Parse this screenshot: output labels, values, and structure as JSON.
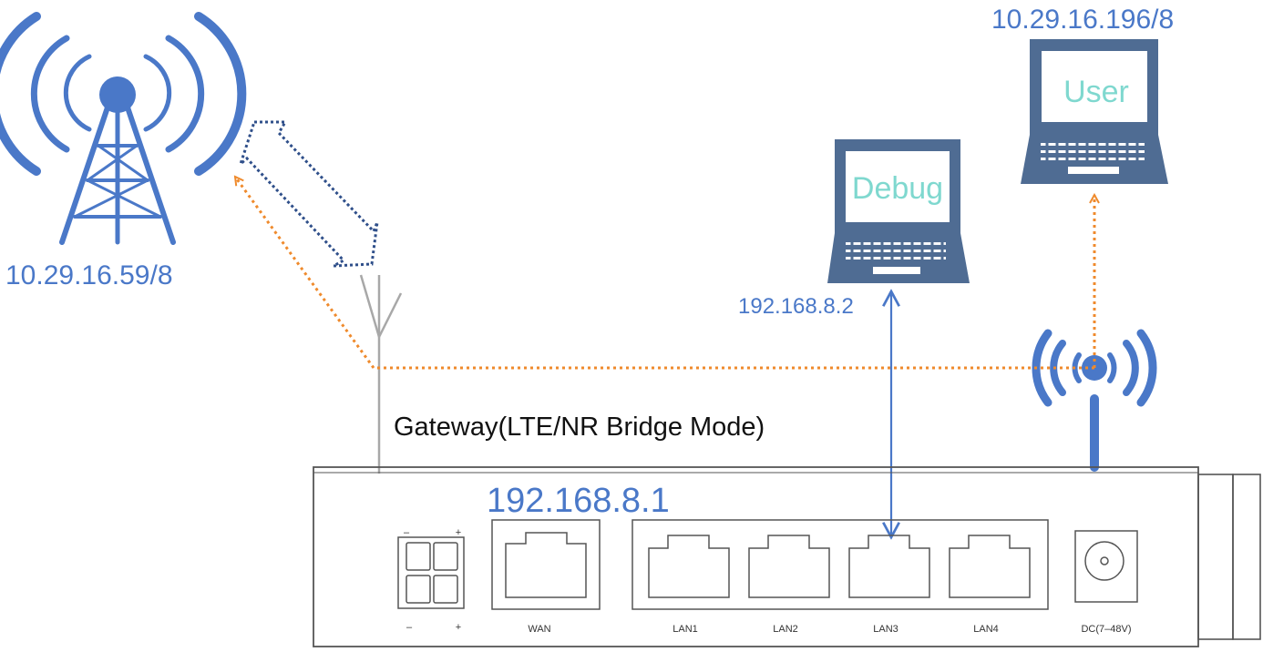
{
  "colors": {
    "accent_blue": "#4a78c8",
    "dark_blue": "#2f4f8a",
    "laptop_blue": "#4f6c93",
    "screen_teal": "#7fd8cf",
    "orange": "#ef8a2c",
    "gray_line": "#a8a8a8",
    "device_line": "#555555"
  },
  "icons": {
    "tower": "cell-tower-icon",
    "antenna": "antenna-icon",
    "wifi": "wifi-icon",
    "laptop_debug": "laptop-icon",
    "laptop_user": "laptop-icon",
    "power_connector": "power-connector-icon",
    "dc_jack": "dc-jack-icon"
  },
  "tower": {
    "ip": "10.29.16.59/8"
  },
  "debug_laptop": {
    "screen_label": "Debug",
    "ip": "192.168.8.2"
  },
  "user_laptop": {
    "screen_label": "User",
    "ip": "10.29.16.196/8"
  },
  "gateway": {
    "title": "Gateway(LTE/NR Bridge Mode)",
    "ip": "192.168.8.1",
    "ports": {
      "power_minus_top": "–",
      "power_plus_top": "+",
      "power_minus_bottom": "–",
      "power_plus_bottom": "+",
      "wan": "WAN",
      "lan1": "LAN1",
      "lan2": "LAN2",
      "lan3": "LAN3",
      "lan4": "LAN4",
      "dc": "DC(7–48V)"
    }
  }
}
